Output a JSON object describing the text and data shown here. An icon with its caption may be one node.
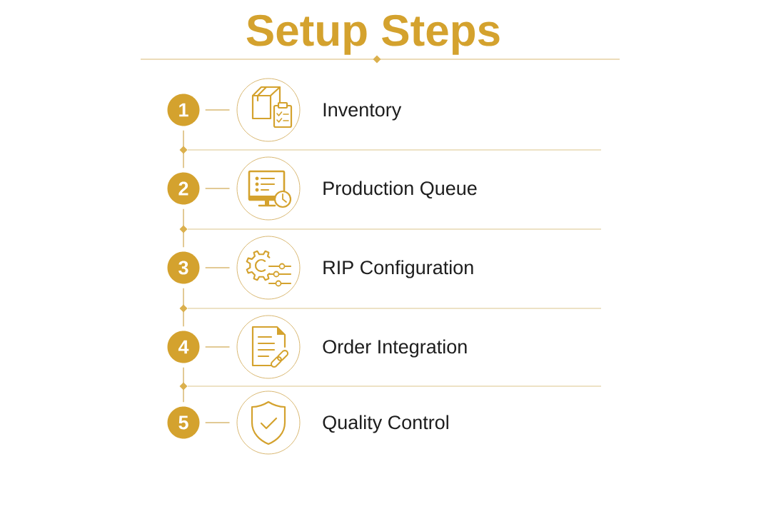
{
  "diagram": {
    "title": "Setup Steps",
    "nodes": [
      {
        "text": [
          "1"
        ]
      },
      {
        "text": [],
        "shape": "circle",
        "beside": [
          "Inventory"
        ]
      },
      {
        "text": [
          "2"
        ]
      },
      {
        "text": [],
        "shape": "circle",
        "beside": [
          "Production Queue"
        ]
      },
      {
        "text": [
          "3"
        ]
      },
      {
        "text": [],
        "shape": "circle",
        "beside": [
          "RIP Configuration"
        ]
      },
      {
        "text": [
          "4"
        ]
      },
      {
        "text": [],
        "shape": "circle",
        "beside": [
          "Order Integration"
        ]
      },
      {
        "text": [
          "5"
        ]
      },
      {
        "text": [],
        "shape": "circle",
        "beside": [
          "Quality Control"
        ]
      }
    ],
    "edges": [
      {
        "from": 0,
        "to": 1,
        "arrow": "none"
      },
      {
        "from": 0,
        "to": 2,
        "arrow": "none"
      },
      {
        "from": 2,
        "to": 3,
        "arrow": "none"
      },
      {
        "from": 2,
        "to": 4,
        "arrow": "none"
      },
      {
        "from": 4,
        "to": 5,
        "arrow": "none"
      },
      {
        "from": 4,
        "to": 6,
        "arrow": "none"
      },
      {
        "from": 6,
        "to": 7,
        "arrow": "none"
      },
      {
        "from": 6,
        "to": 8,
        "arrow": "none"
      },
      {
        "from": 8,
        "to": 9,
        "arrow": "none"
      }
    ]
  }
}
